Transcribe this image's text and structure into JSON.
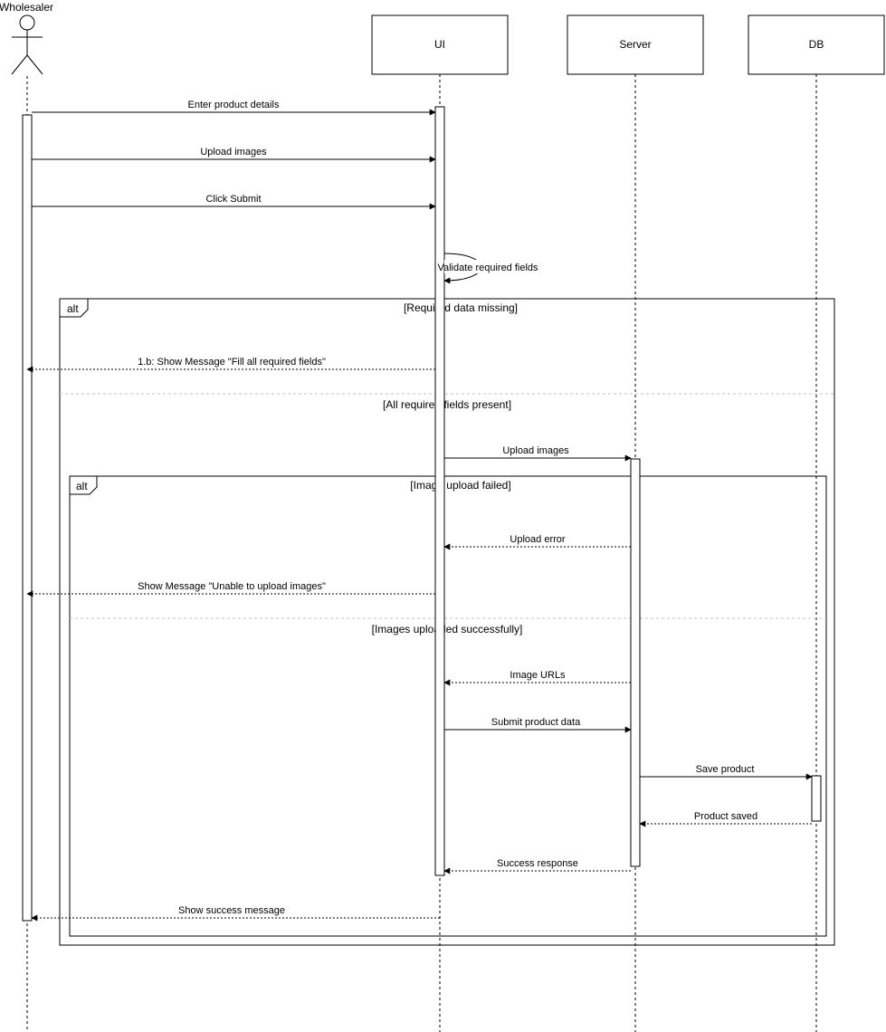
{
  "participants": {
    "actor": "Wholesaler",
    "ui": "UI",
    "server": "Server",
    "db": "DB"
  },
  "messages": {
    "m1": "Enter product details",
    "m2": "Upload images",
    "m3": "Click Submit",
    "m4": "Validate required fields",
    "m5": "1.b: Show Message \"Fill all required fields\"",
    "m6": "Upload images",
    "m7": "Upload error",
    "m8": "Show Message \"Unable to upload images\"",
    "m9": "Image URLs",
    "m10": "Submit product data",
    "m11": "Save product",
    "m12": "Product saved",
    "m13": "Success response",
    "m14": "Show success message"
  },
  "fragments": {
    "outer": {
      "operator": "alt",
      "guard1": "[Required data missing]",
      "guard2": "[All required fields present]"
    },
    "inner": {
      "operator": "alt",
      "guard1": "[Image upload failed]",
      "guard2": "[Images uploaded successfully]"
    }
  }
}
